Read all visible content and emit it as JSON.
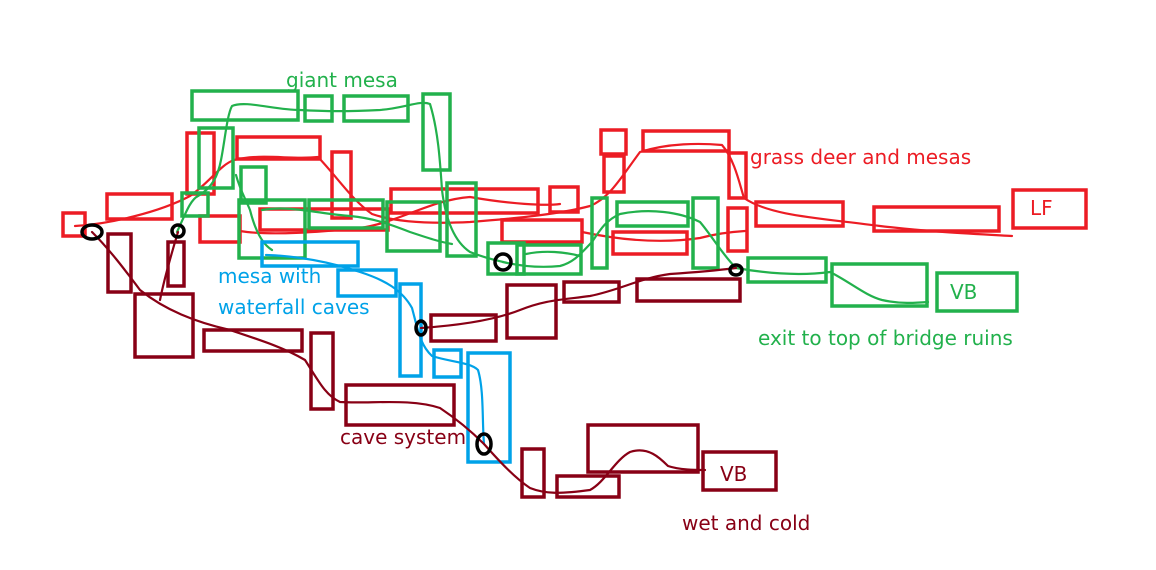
{
  "colors": {
    "grass": "#ec1c24",
    "mesa": "#22b14c",
    "waterfall": "#00a2e8",
    "cave": "#880015",
    "junction": "#000000"
  },
  "labels": {
    "giant_mesa": "giant mesa",
    "grass_deer": "grass deer and mesas",
    "lf": "LF",
    "vb_green": "VB",
    "exit_bridge": "exit to top of bridge ruins",
    "mesa_waterfall_line1": "mesa with",
    "mesa_waterfall_line2": "waterfall caves",
    "cave_system": "cave system",
    "vb_dark": "VB",
    "wet_cold": "wet and cold"
  }
}
